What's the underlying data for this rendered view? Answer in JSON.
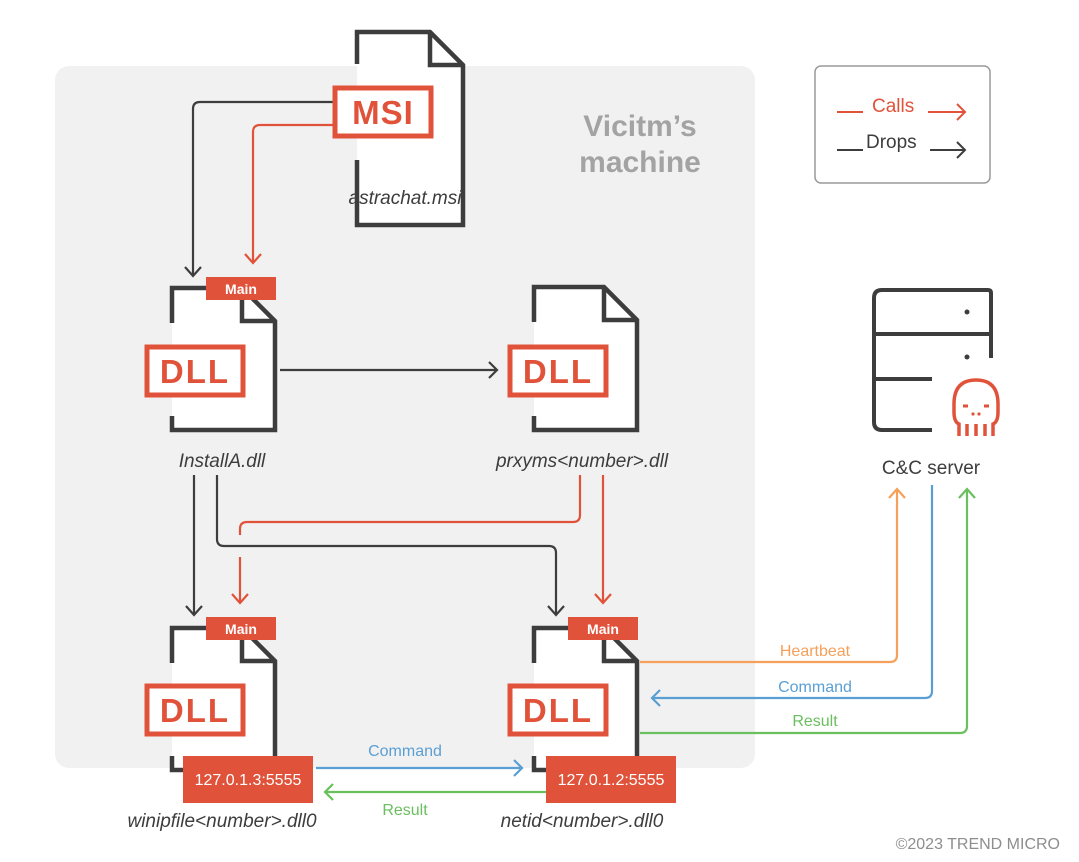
{
  "region": {
    "title_line1": "Vicitm’s",
    "title_line2": "machine"
  },
  "legend": {
    "calls_label": "Calls",
    "drops_label": "Drops"
  },
  "colors": {
    "red": "#e0533a",
    "dark": "#3d3d3d",
    "orange": "#f5a05b",
    "blue": "#5a9fd4",
    "green": "#6abf5e",
    "region_bg": "#f1f1f1",
    "title_gray": "#a3a3a3",
    "legend_border": "#9a9a9a",
    "copyright_gray": "#8e8e8e"
  },
  "nodes": {
    "msi": {
      "badge": "MSI",
      "filename": "astrachat.msi"
    },
    "installa": {
      "tag": "Main",
      "badge": "DLL",
      "filename": "InstallA.dll"
    },
    "prxyms": {
      "badge": "DLL",
      "filename": "prxyms<number>.dll"
    },
    "winipfile": {
      "tag": "Main",
      "badge": "DLL",
      "address": "127.0.1.3:5555",
      "filename": "winipfile<number>.dll0"
    },
    "netid": {
      "tag": "Main",
      "badge": "DLL",
      "address": "127.0.1.2:5555",
      "filename": "netid<number>.dll0"
    },
    "cnc": {
      "label": "C&C server"
    }
  },
  "edges": {
    "heartbeat": "Heartbeat",
    "command_cnc": "Command",
    "result_cnc": "Result",
    "command_local": "Command",
    "result_local": "Result"
  },
  "footer": {
    "copyright": "©2023 TREND MICRO"
  }
}
